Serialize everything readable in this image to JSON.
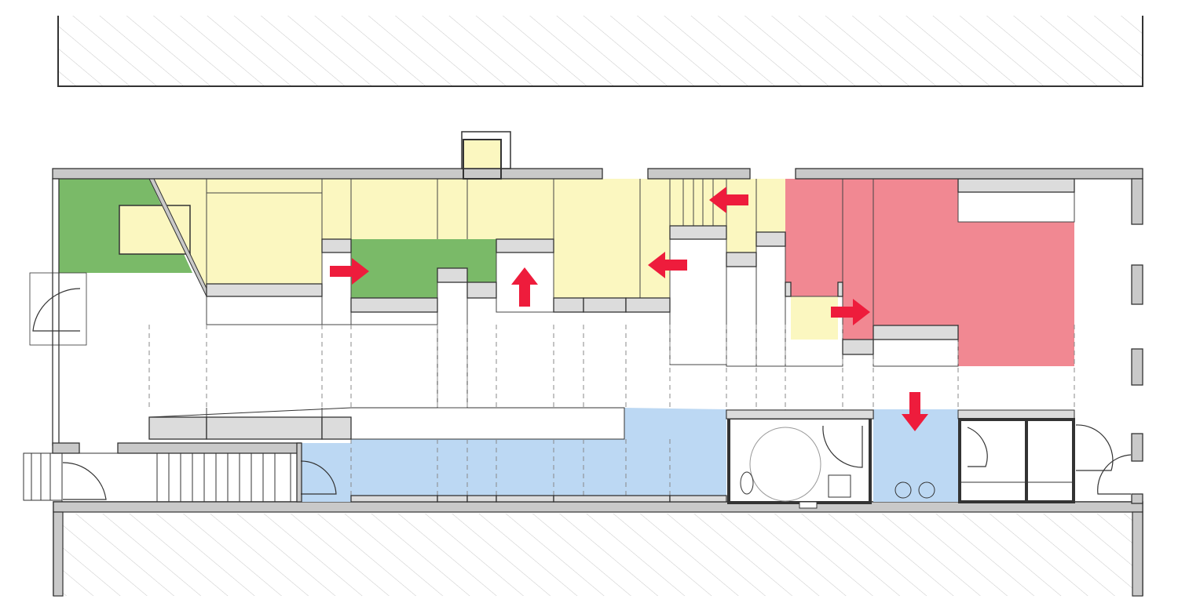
{
  "colors": {
    "wall": "#c9c9c9",
    "wall_stroke": "#333333",
    "furniture": "#dcdcdc",
    "yellow_zone": "#fbf7c0",
    "green_zone": "#7aba68",
    "pink_zone": "#f18892",
    "blue_zone": "#bcd8f3",
    "arrow": "#ee1c3c",
    "hatch": "#c8c8c8"
  },
  "arrows": [
    {
      "direction": "right"
    },
    {
      "direction": "up"
    },
    {
      "direction": "left"
    },
    {
      "direction": "left"
    },
    {
      "direction": "right"
    },
    {
      "direction": "down"
    }
  ]
}
